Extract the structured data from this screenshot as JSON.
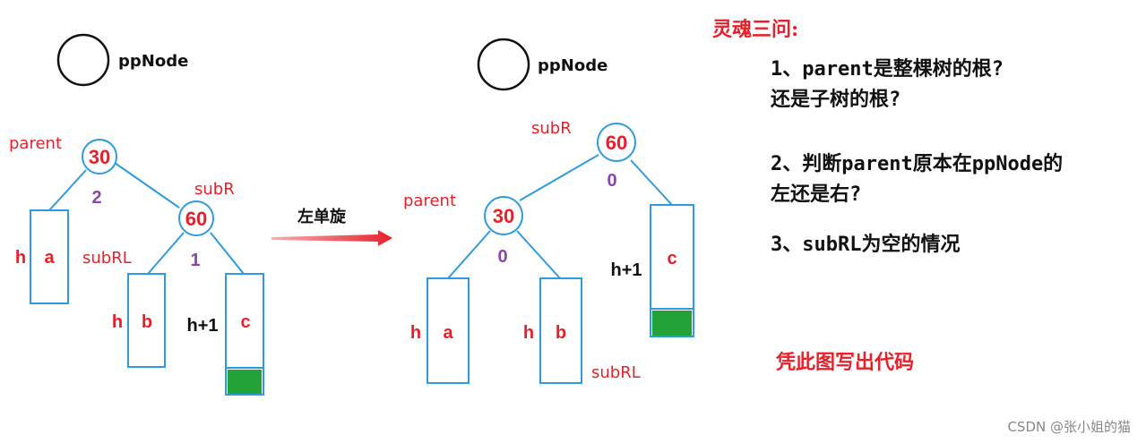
{
  "before": {
    "ppnode_label": "ppNode",
    "parent_label": "parent",
    "parent_value": "30",
    "parent_bf": "2",
    "subr_label": "subR",
    "subr_value": "60",
    "subr_bf": "1",
    "subrl_label": "subRL",
    "subtree_a": "a",
    "subtree_b": "b",
    "subtree_c": "c",
    "height_a": "h",
    "height_b": "h",
    "height_c": "h+1"
  },
  "arrow_label": "左单旋",
  "after": {
    "ppnode_label": "ppNode",
    "subr_label": "subR",
    "subr_value": "60",
    "subr_bf": "0",
    "parent_label": "parent",
    "parent_value": "30",
    "parent_bf": "0",
    "subrl_label": "subRL",
    "subtree_a": "a",
    "subtree_b": "b",
    "subtree_c": "c",
    "height_a": "h",
    "height_b": "h",
    "height_c": "h+1"
  },
  "questions": {
    "title": "灵魂三问:",
    "q1_line1": "1、parent是整棵树的根?",
    "q1_line2": "还是子树的根?",
    "q2_line1": "2、判断parent原本在ppNode的",
    "q2_line2": "左还是右?",
    "q3": "3、subRL为空的情况"
  },
  "note": "凭此图写出代码",
  "watermark": "CSDN @张小姐的猫",
  "colors": {
    "node_blue": "#2e9be0",
    "label_red": "#e8202a",
    "balance_purple": "#8e44ad",
    "fill_green": "#22a33a"
  }
}
